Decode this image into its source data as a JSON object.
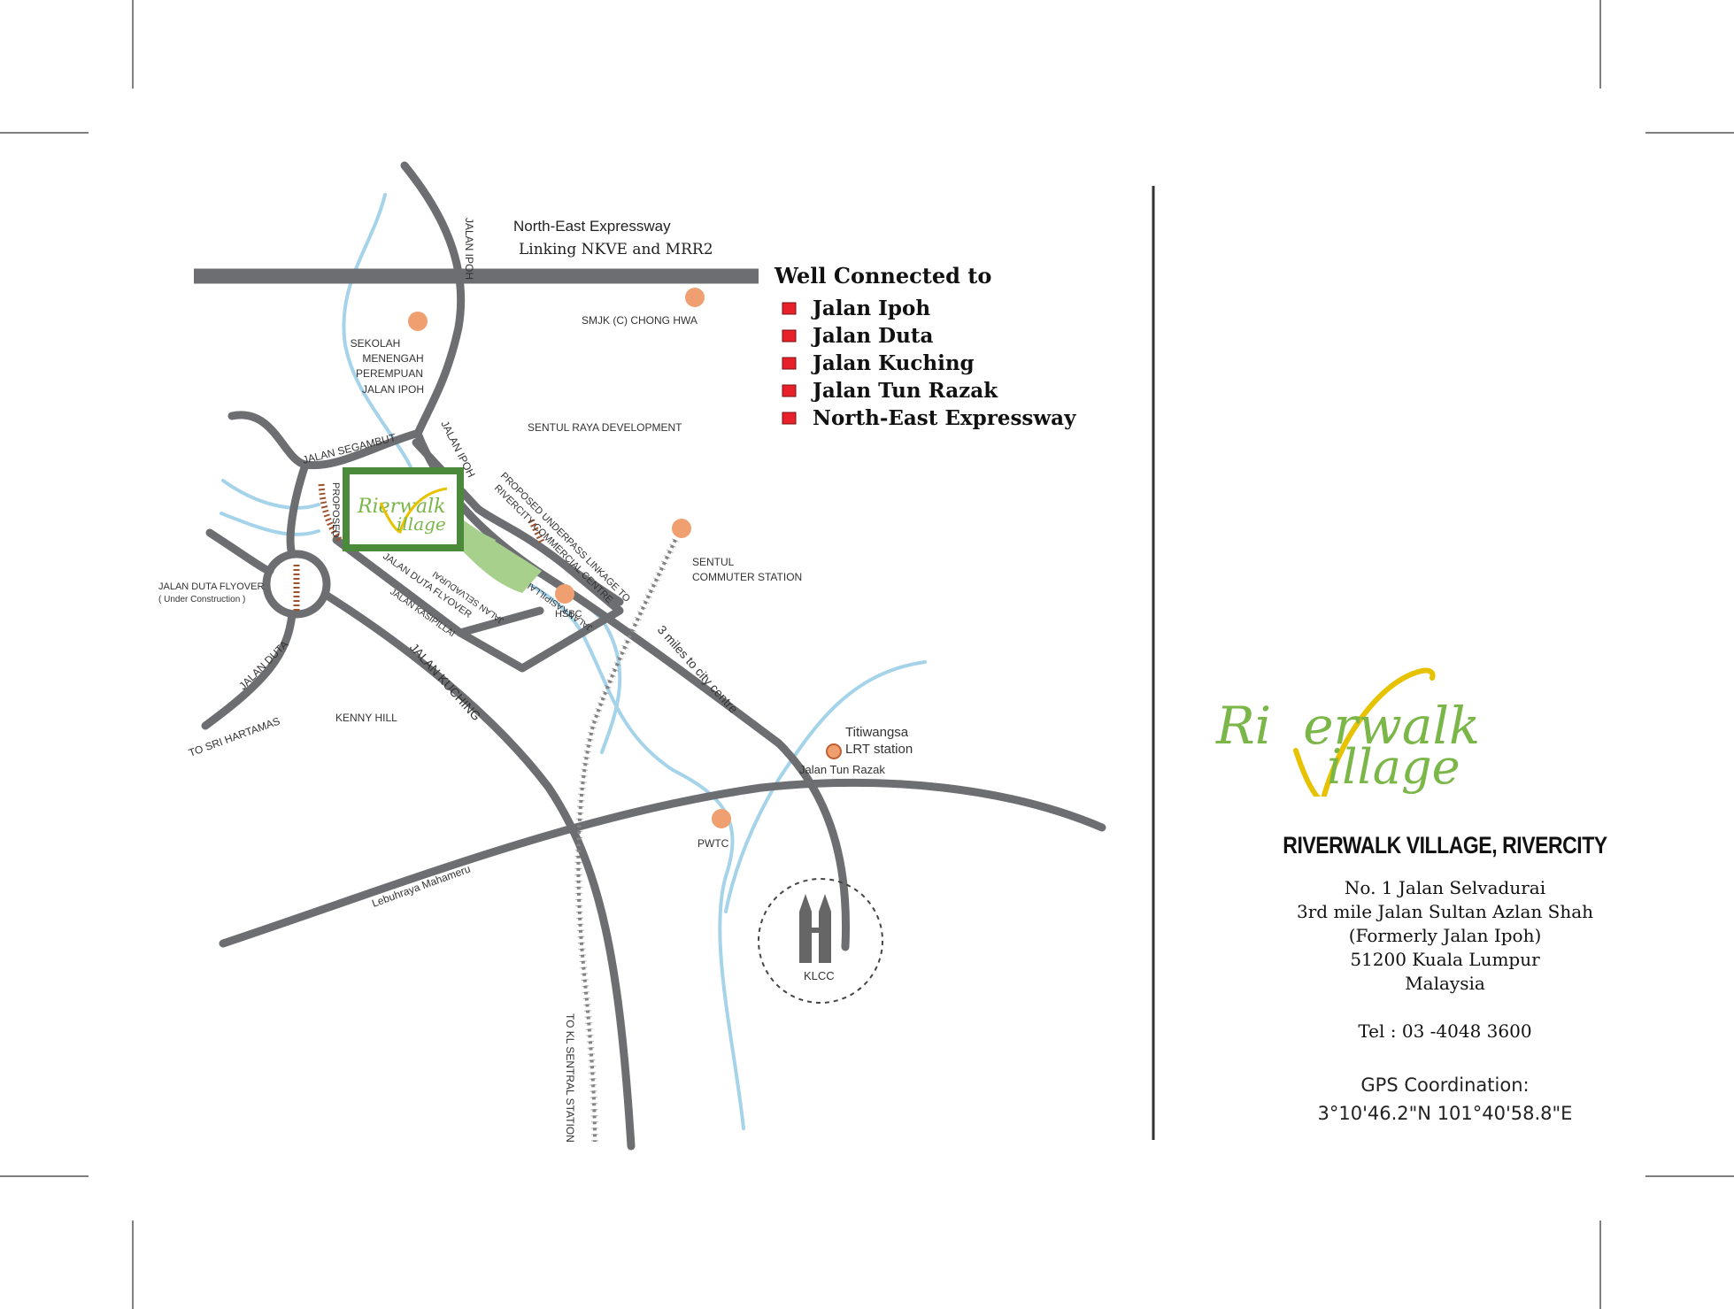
{
  "map": {
    "expressway": {
      "name": "North-East Expressway",
      "subtitle": "Linking NKVE and MRR2"
    },
    "legend": {
      "title": "Well Connected to",
      "items": [
        "Jalan Ipoh",
        "Jalan Duta",
        "Jalan Kuching",
        "Jalan Tun Razak",
        "North-East Expressway"
      ],
      "marker_color": "#e8202a"
    },
    "road_labels": {
      "jalan_ipoh_top": "JALAN IPOH",
      "jalan_ipoh_mid": "JALAN IPOH",
      "jalan_segambut": "JALAN SEGAMBUT",
      "proposed": "PROPOSED",
      "jalan_duta_flyover": "JALAN DUTA FLYOVER",
      "jalan_kasipillai_1": "JALAN KASIPILLAI",
      "jalan_kasipillai_2": "JALAN KASIPILLAI",
      "jalan_selvadurai": "JALAN SELVADURAI",
      "jalan_duta": "JALAN DUTA",
      "to_sri_hartamas": "TO SRI HARTAMAS",
      "jalan_kuching": "JALAN KUCHING",
      "three_miles": "3 miles to city centre",
      "jalan_tun_razak": "Jalan Tun Razak",
      "lebuhraya": "Lebuhraya Mahameru",
      "to_kl_sentral": "TO KL SENTRAL STATION",
      "underpass_line1": "PROPOSED UNDERPASS LINKAGE TO",
      "underpass_line2": "RIVERCITY COMMERCIAL CENTRE",
      "flyover_line1": "JALAN DUTA FLYOVER",
      "flyover_line2": "( Under Construction )"
    },
    "places": {
      "smjk": "SMJK (C) CHONG HWA",
      "sekolah": [
        "SEKOLAH",
        "MENENGAH",
        "PEREMPUAN",
        "JALAN IPOH"
      ],
      "sentul_raya": "SENTUL RAYA DEVELOPMENT",
      "sentul_station": [
        "SENTUL",
        "COMMUTER STATION"
      ],
      "hsbc": "HSBC",
      "kenny_hill": "KENNY HILL",
      "titiwangsa": [
        "Titiwangsa",
        "LRT station"
      ],
      "pwtc": "PWTC",
      "klcc": "KLCC"
    },
    "site_logo": {
      "line1_a": "Ri",
      "line1_b": "erwalk",
      "line2": "illage"
    },
    "colors": {
      "road": "#6d6e71",
      "river": "#a5d3ea",
      "poi": "#f0a070",
      "site_frame": "#4a8a3a",
      "site_fill": "#a8d08d",
      "logo_green": "#7ab648",
      "logo_yellow": "#e6c200",
      "proposed": "#a0522d"
    }
  },
  "info": {
    "logo": {
      "line1_a": "Ri",
      "line1_b": "erwalk",
      "line2": "illage"
    },
    "title": "RIVERWALK VILLAGE, RIVERCITY",
    "address": [
      "No. 1 Jalan Selvadurai",
      "3rd mile Jalan Sultan Azlan Shah",
      "(Formerly Jalan Ipoh)",
      "51200 Kuala Lumpur",
      "Malaysia"
    ],
    "tel": "Tel : 03 -4048 3600",
    "gps_label": "GPS Coordination:",
    "gps_value": "3°10'46.2\"N 101°40'58.8\"E"
  }
}
